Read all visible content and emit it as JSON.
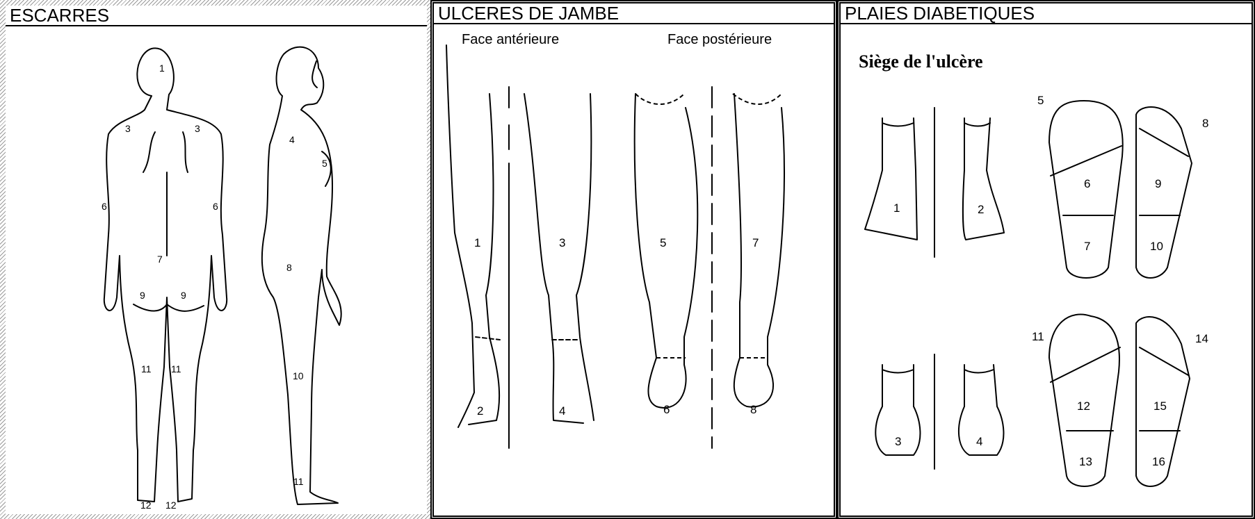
{
  "panels": {
    "escarres": {
      "title": "ESCARRES",
      "labels": [
        "1",
        "3",
        "3",
        "4",
        "5",
        "6",
        "6",
        "7",
        "8",
        "9",
        "9",
        "10",
        "11",
        "11",
        "11",
        "12",
        "12"
      ]
    },
    "ulceres": {
      "title": "ULCERES DE JAMBE",
      "face_anterieure": "Face antérieure",
      "face_posterieure": "Face postérieure",
      "labels": [
        "1",
        "2",
        "3",
        "4",
        "5",
        "6",
        "7",
        "8"
      ]
    },
    "plaies": {
      "title": "PLAIES DIABETIQUES",
      "subtitle": "Siège de l'ulcère",
      "labels": [
        "1",
        "2",
        "3",
        "4",
        "5",
        "6",
        "7",
        "8",
        "9",
        "10",
        "11",
        "12",
        "13",
        "14",
        "15",
        "16"
      ]
    }
  }
}
